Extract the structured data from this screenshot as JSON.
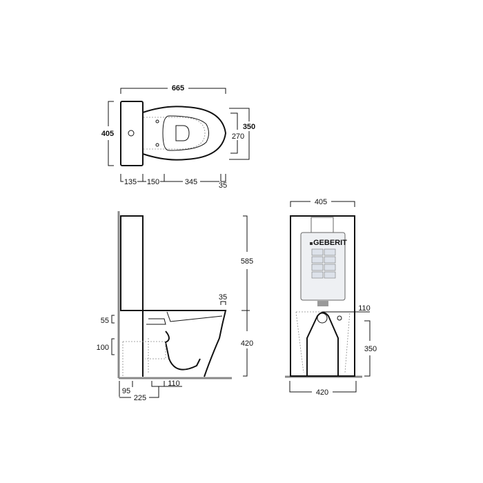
{
  "top_view": {
    "overall_length": "665",
    "depth": "405",
    "bowl_width": "350",
    "seat_width": "270",
    "segments": [
      "135",
      "150",
      "345",
      "35"
    ]
  },
  "side_view": {
    "tank_height": "585",
    "bowl_height": "420",
    "rim_offset": "35",
    "inlet_height": "55",
    "outlet_height": "100",
    "outlet_wall_distance": "95",
    "outlet_center_distance": "225",
    "outlet_diameter": "110"
  },
  "front_view": {
    "top_width": "405",
    "base_width": "420",
    "outlet_height": "350",
    "outlet_diameter": "110",
    "cistern_brand": "GEBERIT"
  }
}
